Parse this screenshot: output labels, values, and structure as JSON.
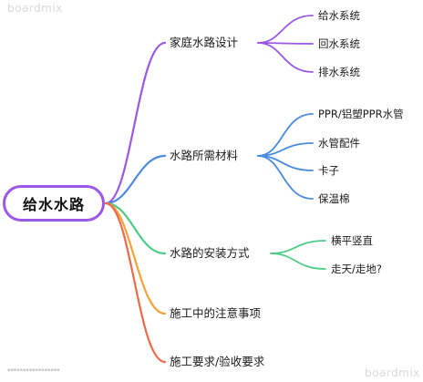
{
  "watermark_top": "boardmix",
  "watermark_bottom": "boardmix",
  "root": {
    "label": "给水水路",
    "color": "#9b57e6"
  },
  "branches": [
    {
      "label": "家庭水路设计",
      "color": "#9b57e6",
      "children": [
        "给水系统",
        "回水系统",
        "排水系统"
      ]
    },
    {
      "label": "水路所需材料",
      "color": "#4a8ae0",
      "children": [
        "PPR/铝塑PPR水管",
        "水管配件",
        "卡子",
        "保温棉"
      ]
    },
    {
      "label": "水路的安装方式",
      "color": "#4dcc85",
      "children": [
        "横平竖直",
        "走天/走地?"
      ]
    },
    {
      "label": "施工中的注意事项",
      "color": "#f2a33a",
      "children": []
    },
    {
      "label": "施工要求/验收要求",
      "color": "#ec6a4a",
      "children": []
    }
  ]
}
